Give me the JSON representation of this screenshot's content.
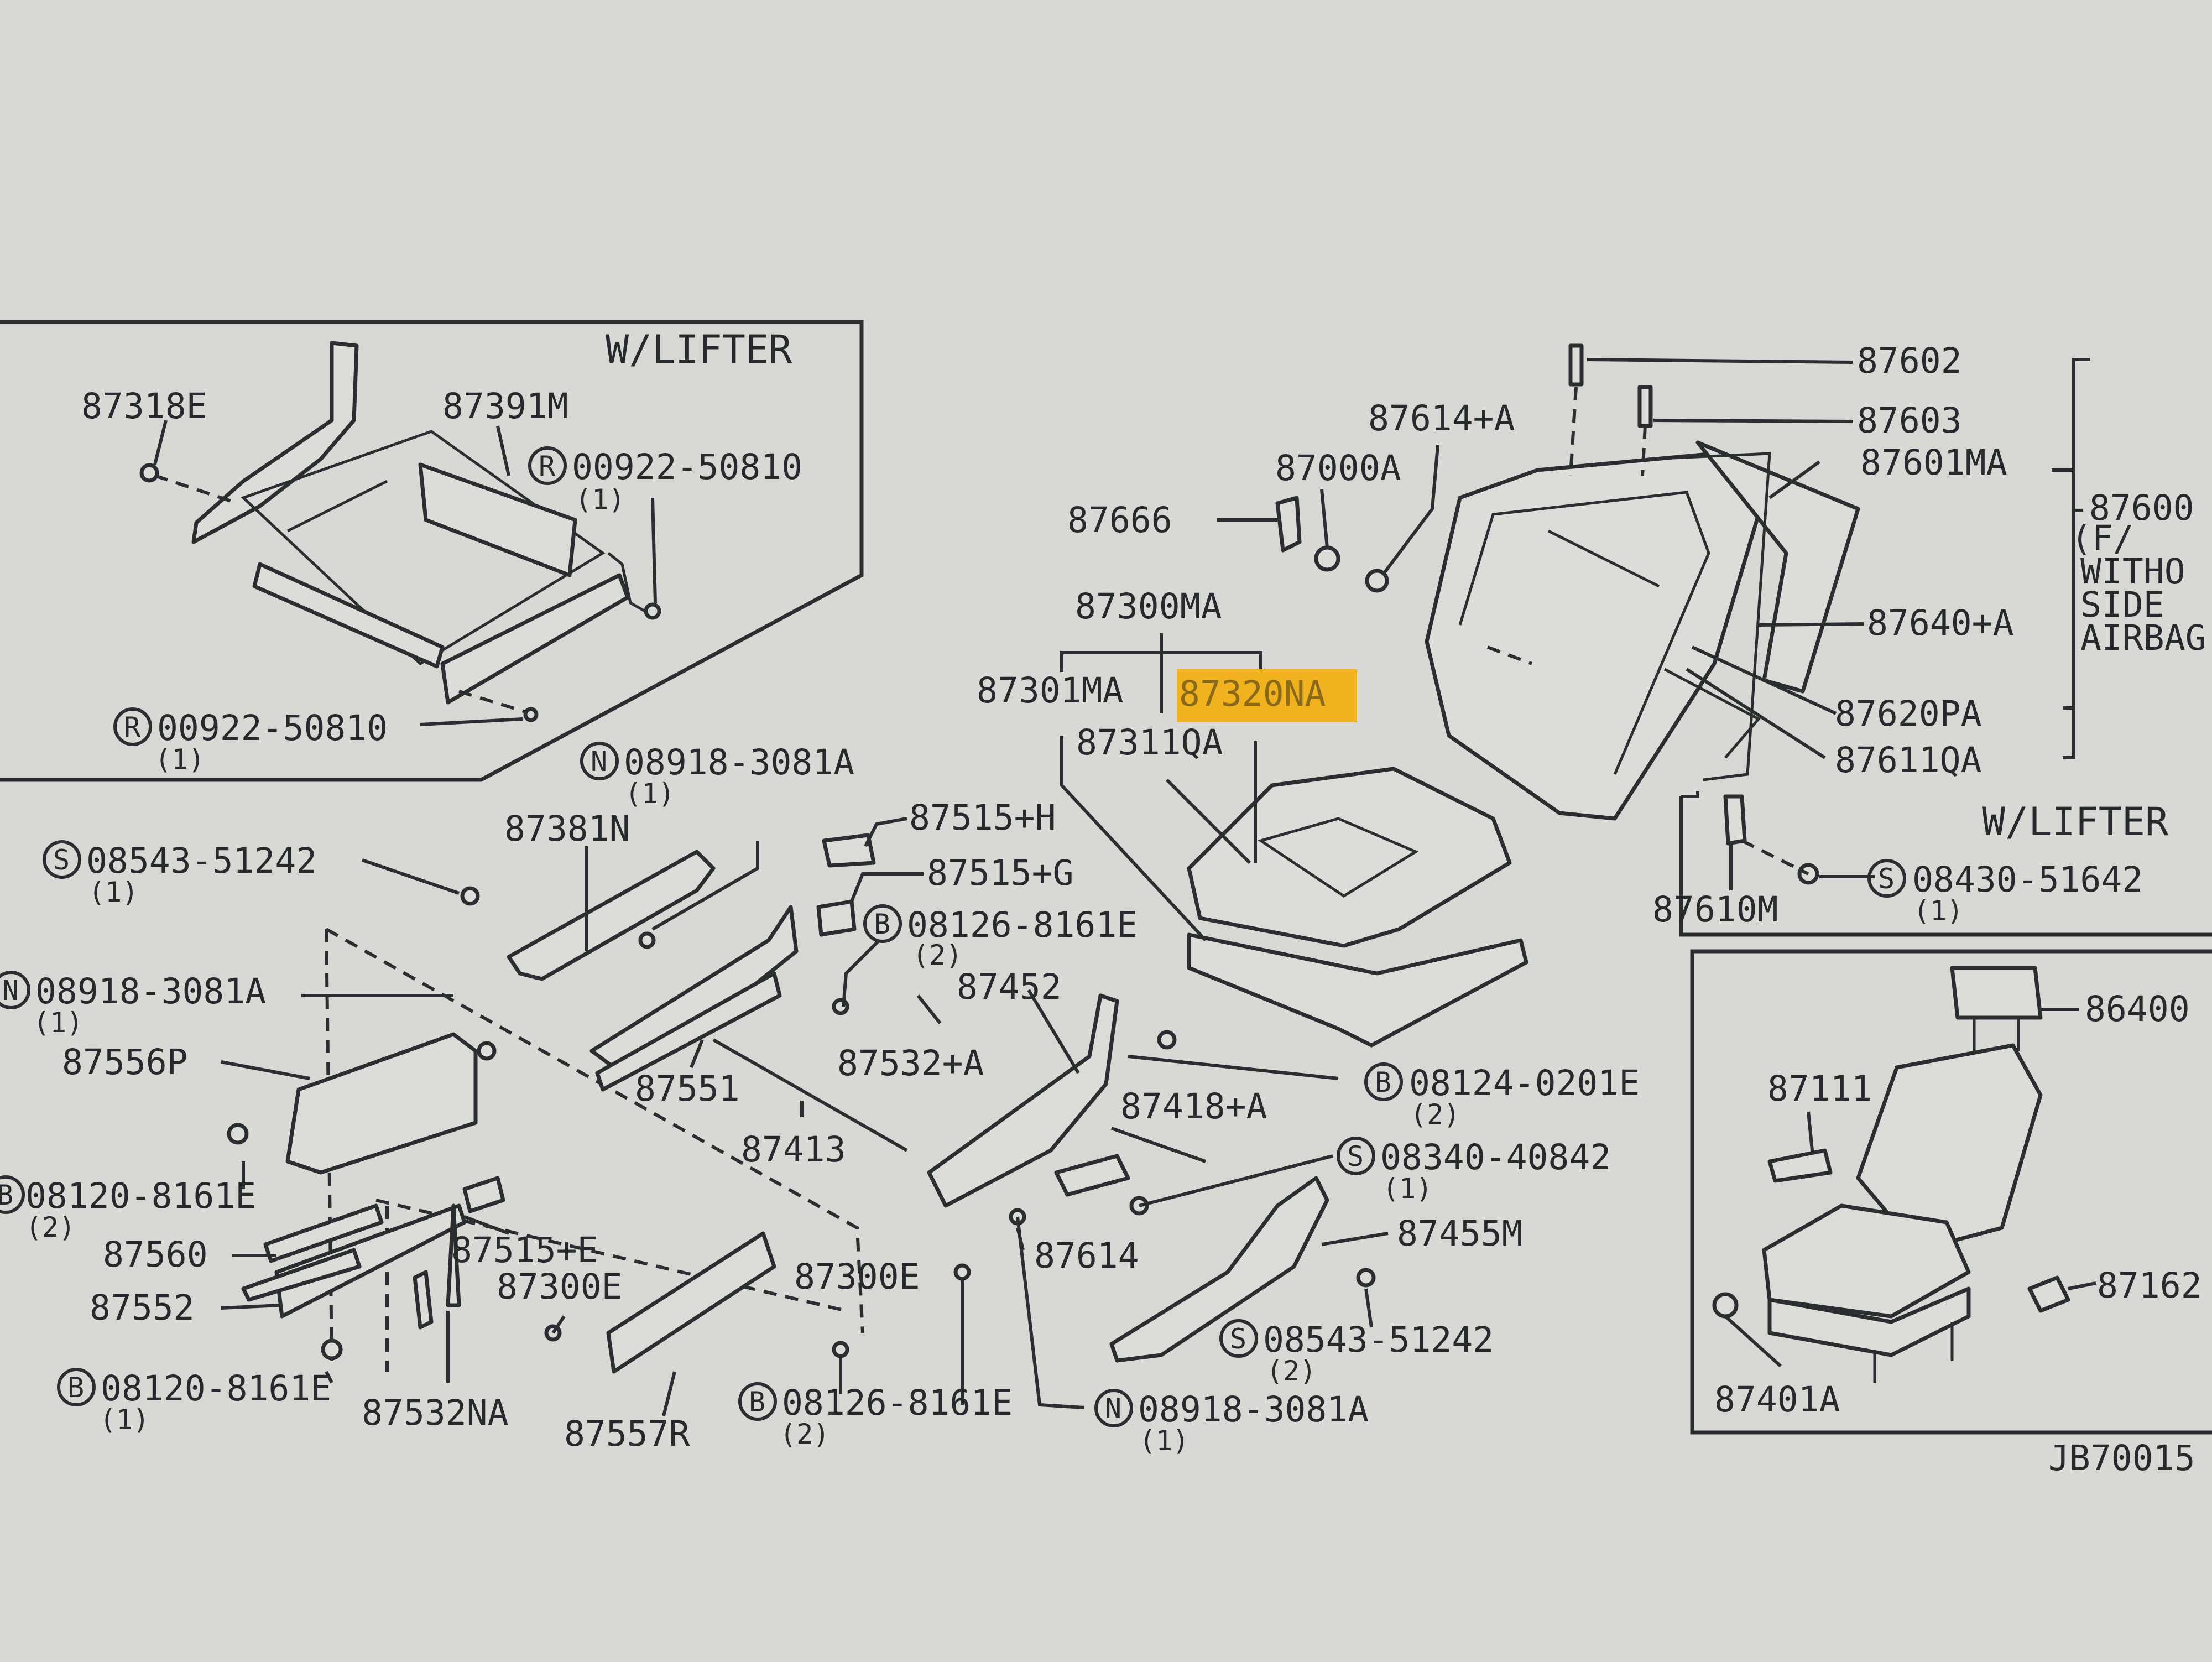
{
  "highlight_color": "#f0b21e",
  "titles": {
    "lifter_top": "W/LIFTER",
    "lifter_right": "W/LIFTER",
    "drawing_id": "JB70015"
  },
  "side_note": [
    "-87600",
    "(F/",
    "WITHO",
    "SIDE",
    "AIRBAG"
  ],
  "parts": {
    "p87318E": "87318E",
    "p87391M": "87391M",
    "pR00922_top": "00922-50810",
    "pR00922_top_qty": "(1)",
    "pR00922_bot": "00922-50810",
    "pR00922_bot_qty": "(1)",
    "p87602": "87602",
    "p87603": "87603",
    "p87601MA": "87601MA",
    "p87614A": "87614+A",
    "p87000A": "87000A",
    "p87666": "87666",
    "p87300MA": "87300MA",
    "p87301MA": "87301MA",
    "p87320NA": "87320NA",
    "p87311QA": "87311QA",
    "p87640A": "87640+A",
    "p87620PA": "87620PA",
    "p87611QA": "87611QA",
    "p87610M": "87610M",
    "pS08430": "08430-51642",
    "pS08430_qty": "(1)",
    "pN08918_top": "08918-3081A",
    "pN08918_top_qty": "(1)",
    "p87381N": "87381N",
    "pS08543_top": "08543-51242",
    "pS08543_top_qty": "(1)",
    "p87515H": "87515+H",
    "p87515G": "87515+G",
    "pB08126_top": "08126-8161E",
    "pB08126_top_qty": "(2)",
    "pN08918_left": "08918-3081A",
    "pN08918_left_qty": "(1)",
    "p87556P": "87556P",
    "p87452": "87452",
    "p87532A": "87532+A",
    "p87551": "87551",
    "p87413": "87413",
    "pB08124": "08124-0201E",
    "pB08124_qty": "(2)",
    "p87418A": "87418+A",
    "pS08340": "08340-40842",
    "pS08340_qty": "(1)",
    "pB08120_mid": "08120-8161E",
    "pB08120_mid_qty": "(2)",
    "p87560": "87560",
    "p87515E": "87515+E",
    "p87552": "87552",
    "p87300E_left": "87300E",
    "p87300E_right": "87300E",
    "p87614": "87614",
    "p87455M": "87455M",
    "pS08543_bot": "08543-51242",
    "pS08543_bot_qty": "(2)",
    "pB08120_bot": "08120-8161E",
    "pB08120_bot_qty": "(1)",
    "p87532NA": "87532NA",
    "p87557R": "87557R",
    "pB08126_bot": "08126-8161E",
    "pB08126_bot_qty": "(2)",
    "pN08918_bot": "08918-3081A",
    "pN08918_bot_qty": "(1)",
    "p86400": "86400",
    "p87111": "87111",
    "p87162": "87162",
    "p87401A": "87401A"
  },
  "markers": {
    "R": "R",
    "N": "N",
    "S": "S",
    "B": "B"
  }
}
